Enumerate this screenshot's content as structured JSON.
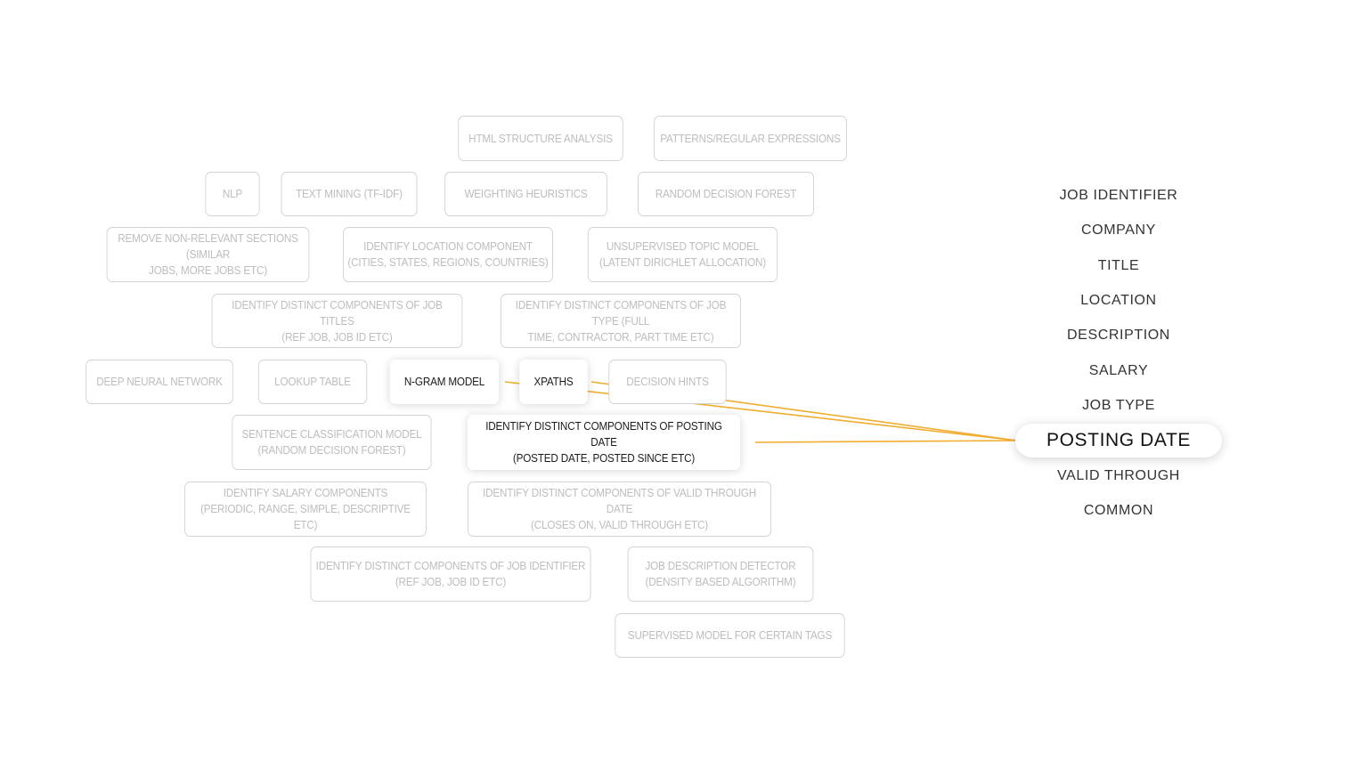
{
  "accent_color": "#f2ac2f",
  "techniques": [
    {
      "id": "html-structure",
      "label": "HTML STRUCTURE ANALYSIS",
      "active": false
    },
    {
      "id": "patterns",
      "label": "PATTERNS/REGULAR EXPRESSIONS",
      "active": false
    },
    {
      "id": "nlp",
      "label": "NLP",
      "active": false
    },
    {
      "id": "text-mining",
      "label": "TEXT MINING (TF-IDF)",
      "active": false
    },
    {
      "id": "weighting",
      "label": "WEIGHTING HEURISTICS",
      "active": false
    },
    {
      "id": "random-forest",
      "label": "RANDOM DECISION FOREST",
      "active": false
    },
    {
      "id": "remove-sections",
      "label": "REMOVE NON-RELEVANT SECTIONS (SIMILAR",
      "label2": "JOBS, MORE JOBS ETC)",
      "active": false
    },
    {
      "id": "location-component",
      "label": "IDENTIFY LOCATION COMPONENT",
      "label2": "(CITIES, STATES, REGIONS, COUNTRIES)",
      "active": false
    },
    {
      "id": "topic-model",
      "label": "UNSUPERVISED TOPIC MODEL",
      "label2": "(LATENT DIRICHLET ALLOCATION)",
      "active": false
    },
    {
      "id": "job-titles",
      "label": "IDENTIFY DISTINCT COMPONENTS OF JOB TITLES",
      "label2": "(REF JOB, JOB ID ETC)",
      "active": false
    },
    {
      "id": "job-type",
      "label": "IDENTIFY DISTINCT COMPONENTS OF JOB TYPE (FULL",
      "label2": "TIME, CONTRACTOR, PART TIME ETC)",
      "active": false
    },
    {
      "id": "deep-nn",
      "label": "DEEP NEURAL NETWORK",
      "active": false
    },
    {
      "id": "lookup",
      "label": "LOOKUP TABLE",
      "active": false
    },
    {
      "id": "ngram",
      "label": "N-GRAM MODEL",
      "active": true
    },
    {
      "id": "xpaths",
      "label": "XPATHS",
      "active": true
    },
    {
      "id": "decision-hints",
      "label": "DECISION HINTS",
      "active": false
    },
    {
      "id": "sentence-classification",
      "label": "SENTENCE CLASSIFICATION MODEL",
      "label2": "(RANDOM DECISION FOREST)",
      "active": false
    },
    {
      "id": "posting-date",
      "label": "IDENTIFY DISTINCT COMPONENTS OF POSTING DATE",
      "label2": "(POSTED DATE, POSTED SINCE ETC)",
      "active": true
    },
    {
      "id": "salary",
      "label": "IDENTIFY SALARY COMPONENTS",
      "label2": "(PERIODIC, RANGE, SIMPLE, DESCRIPTIVE ETC)",
      "active": false
    },
    {
      "id": "valid-through",
      "label": "IDENTIFY DISTINCT COMPONENTS OF VALID THROUGH DATE",
      "label2": "(CLOSES ON, VALID THROUGH ETC)",
      "active": false
    },
    {
      "id": "job-identifier",
      "label": "IDENTIFY DISTINCT COMPONENTS OF JOB IDENTIFIER",
      "label2": "(REF JOB, JOB ID ETC)",
      "active": false
    },
    {
      "id": "description-detector",
      "label": "JOB DESCRIPTION DETECTOR",
      "label2": "(DENSITY BASED ALGORITHM)",
      "active": false
    },
    {
      "id": "supervised-model",
      "label": "SUPERVISED MODEL FOR CERTAIN TAGS",
      "active": false
    }
  ],
  "fields": [
    {
      "label": "JOB IDENTIFIER",
      "active": false
    },
    {
      "label": "COMPANY",
      "active": false
    },
    {
      "label": "TITLE",
      "active": false
    },
    {
      "label": "LOCATION",
      "active": false
    },
    {
      "label": "DESCRIPTION",
      "active": false
    },
    {
      "label": "SALARY",
      "active": false
    },
    {
      "label": "JOB TYPE",
      "active": false
    },
    {
      "label": "POSTING DATE",
      "active": true
    },
    {
      "label": "VALID THROUGH",
      "active": false
    },
    {
      "label": "COMMON",
      "active": false
    }
  ],
  "links": [
    {
      "from": "ngram",
      "to": "POSTING DATE"
    },
    {
      "from": "xpaths",
      "to": "POSTING DATE"
    },
    {
      "from": "posting-date",
      "to": "POSTING DATE"
    }
  ]
}
